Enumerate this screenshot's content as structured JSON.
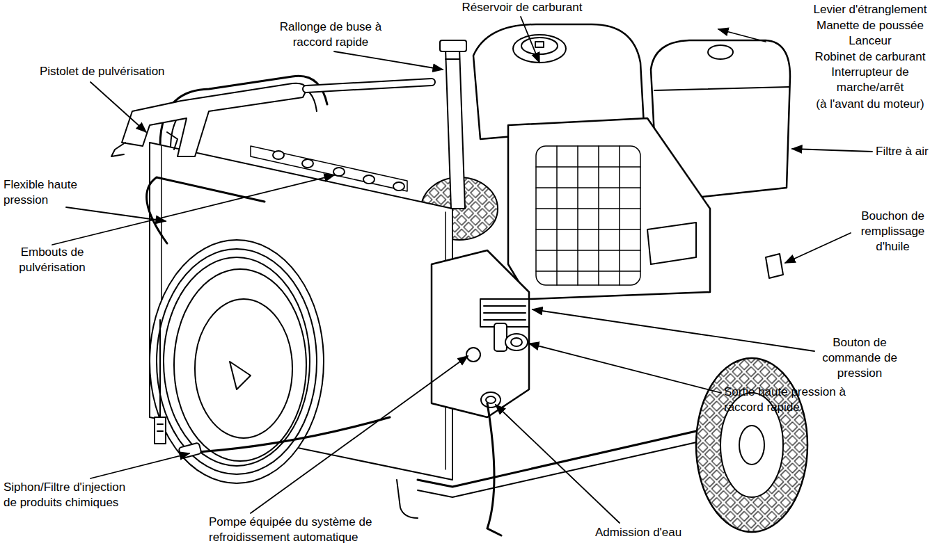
{
  "diagram": {
    "labels": [
      "Réservoir de carburant",
      "Rallonge de buse à raccord rapide",
      "Levier d'étranglement",
      "Manette de poussée",
      "Lanceur",
      "Robinet de carburant",
      "Interrupteur de marche/arrêt",
      "(à l'avant du moteur)",
      "Pistolet de pulvérisation",
      "Filtre à air",
      "Bouchon de remplissage d'huile",
      "Flexible haute pression",
      "Embouts de pulvérisation",
      "Bouton de commande de pression",
      "Sortie haute pression à raccord rapide",
      "Siphon/Filtre d'injection de produits chimiques",
      "Pompe équipée du système de refroidissement automatique",
      "Admission d'eau"
    ]
  }
}
